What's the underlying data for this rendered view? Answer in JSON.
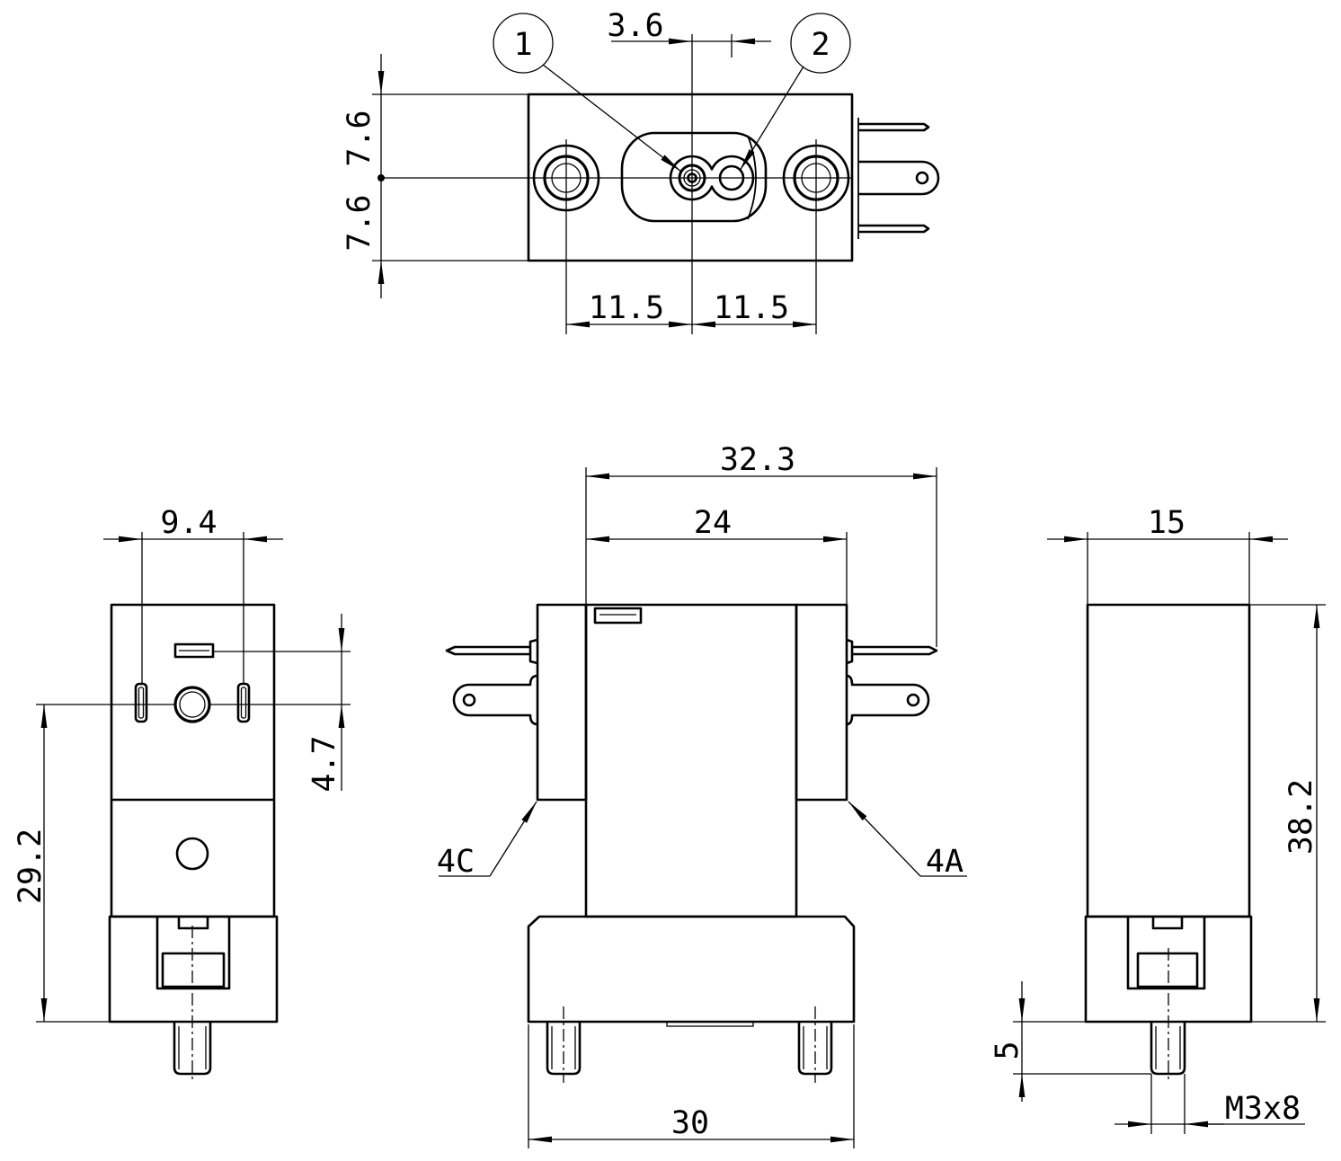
{
  "drawing": {
    "top_view": {
      "balloon_1": "1",
      "balloon_2": "2",
      "dim_pin_spacing": "3.6",
      "dim_upper_half": "7.6",
      "dim_lower_half": "7.6",
      "dim_left_port": "11.5",
      "dim_right_port": "11.5"
    },
    "left_side_view": {
      "dim_slot_spacing": "9.4",
      "dim_offset": "4.7",
      "dim_height": "29.2"
    },
    "front_view": {
      "dim_overall_width": "32.3",
      "dim_body_width": "24",
      "dim_base_width": "30",
      "label_port_c": "4C",
      "label_port_a": "4A"
    },
    "right_side_view": {
      "dim_width": "15",
      "dim_height": "38.2",
      "dim_stud_length": "5",
      "thread_label": "M3x8"
    }
  },
  "colors": {
    "line": "#000000",
    "background": "#ffffff"
  }
}
